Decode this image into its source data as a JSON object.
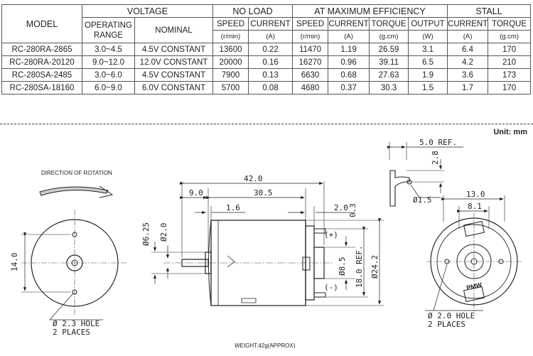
{
  "table": {
    "headers": {
      "model": "MODEL",
      "voltage": "VOLTAGE",
      "no_load": "NO LOAD",
      "max_eff": "AT MAXIMUM EFFICIENCY",
      "stall": "STALL",
      "operating_range_1": "OPERATING",
      "operating_range_2": "RANGE",
      "nominal": "NOMINAL",
      "speed": "SPEED",
      "current": "CURRENT",
      "speed2": "SPEED",
      "current2": "CURRENT",
      "torque": "TORQUE",
      "output": "OUTPUT",
      "current3": "CURRENT",
      "torque2": "TORQUE",
      "u_rmin": "(r/min)",
      "u_a": "(A)",
      "u_rmin2": "(r/min)",
      "u_a2": "(A)",
      "u_gcm": "(g.cm)",
      "u_w": "(W)",
      "u_a3": "(A)",
      "u_gcm2": "(g.cm)"
    },
    "rows": [
      {
        "model": "RC-280RA-2865",
        "range": "3.0~4.5",
        "nominal": "4.5V CONSTANT",
        "nl_speed": "13600",
        "nl_current": "0.22",
        "me_speed": "11470",
        "me_current": "1.19",
        "me_torque": "26.59",
        "me_output": "3.1",
        "st_current": "6.4",
        "st_torque": "170"
      },
      {
        "model": "RC-280RA-20120",
        "range": "9.0~12.0",
        "nominal": "12.0V CONSTANT",
        "nl_speed": "20000",
        "nl_current": "0.16",
        "me_speed": "16270",
        "me_current": "0.96",
        "me_torque": "39.11",
        "me_output": "6.5",
        "st_current": "4.2",
        "st_torque": "210"
      },
      {
        "model": "RC-280SA-2485",
        "range": "3.0~6.0",
        "nominal": "4.5V CONSTANT",
        "nl_speed": "7900",
        "nl_current": "0.13",
        "me_speed": "6630",
        "me_current": "0.68",
        "me_torque": "27.63",
        "me_output": "1.9",
        "st_current": "3.6",
        "st_torque": "173"
      },
      {
        "model": "RC-280SA-18160",
        "range": "6.0~9.0",
        "nominal": "6.0V CONSTANT",
        "nl_speed": "5700",
        "nl_current": "0.08",
        "me_speed": "4680",
        "me_current": "0.37",
        "me_torque": "30.3",
        "me_output": "1.5",
        "st_current": "1.7",
        "st_torque": "170"
      }
    ]
  },
  "drawing": {
    "unit": "Unit: mm",
    "direction_label": "DIRECTION OF ROTATION",
    "hole_left_1": "Ø 2.3 HOLE",
    "hole_left_2": "2 PLACES",
    "hole_right_1": "Ø 2.0 HOLE",
    "hole_right_2": "2 PLACES",
    "weight": "WEIGHT:42g(APPROX)",
    "brand": "PMW",
    "plus": "(+)",
    "minus": "(-)",
    "dims": {
      "d42": "42.0",
      "d9": "9.0",
      "d305": "30.5",
      "d16": "1.6",
      "d20": "2.0",
      "d03": "0.3",
      "d625": "Ø6.25",
      "d2": "Ø2.0",
      "d85": "Ø8.5",
      "d18": "18.0 REF.",
      "d242": "Ø24.2",
      "d14": "14.0",
      "d5ref": "5.0 REF.",
      "d28": "2.8",
      "d15": "Ø1.5",
      "d13": "13.0",
      "d81": "8.1"
    }
  }
}
